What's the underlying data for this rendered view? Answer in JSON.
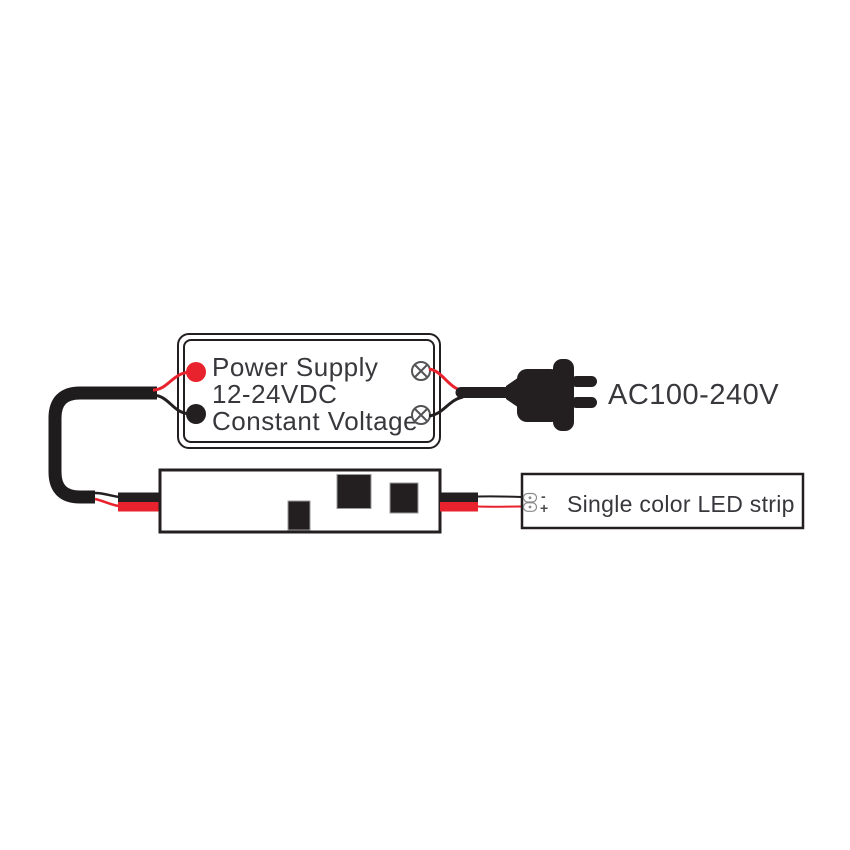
{
  "power_supply": {
    "line1": "Power Supply",
    "line2": "12-24VDC",
    "line3": "Constant Voltage"
  },
  "ac_plug": {
    "label": "AC100-240V"
  },
  "led_strip": {
    "label": "Single color LED strip",
    "negative_mark": "-",
    "positive_mark": "+"
  },
  "colors": {
    "wire_red": "#e8232e",
    "wire_black": "#231f20",
    "outline": "#231f20",
    "text": "#38373c"
  }
}
